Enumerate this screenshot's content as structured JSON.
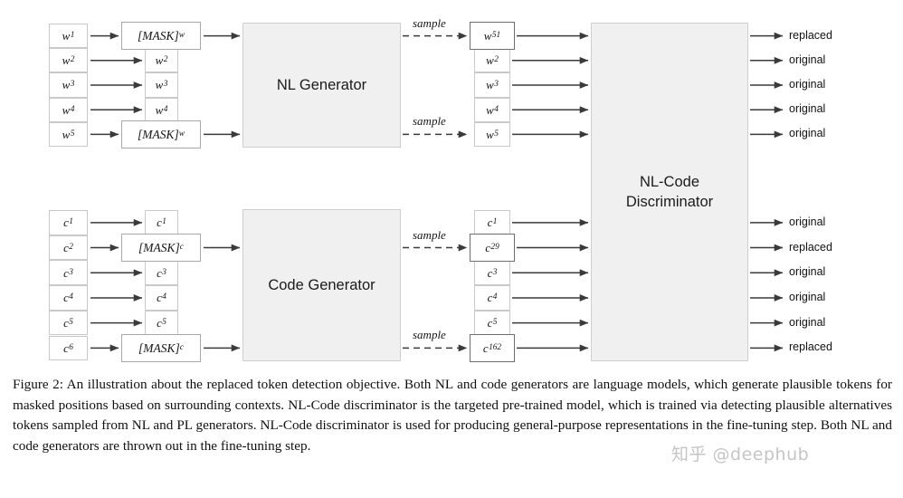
{
  "figure": {
    "nl_section": {
      "input_tokens": [
        {
          "base": "w",
          "sub": "1"
        },
        {
          "base": "w",
          "sub": "2"
        },
        {
          "base": "w",
          "sub": "3"
        },
        {
          "base": "w",
          "sub": "4"
        },
        {
          "base": "w",
          "sub": "5"
        }
      ],
      "masked_tokens": [
        {
          "base": "[MASK]",
          "sub": "w",
          "masked": true
        },
        {
          "base": "w",
          "sub": "2",
          "masked": false
        },
        {
          "base": "w",
          "sub": "3",
          "masked": false
        },
        {
          "base": "w",
          "sub": "4",
          "masked": false
        },
        {
          "base": "[MASK]",
          "sub": "w",
          "masked": true
        }
      ],
      "generator_label": "NL Generator",
      "sample_label": "sample",
      "output_tokens": [
        {
          "base": "w",
          "sub": "51",
          "sampled": true
        },
        {
          "base": "w",
          "sub": "2",
          "sampled": false
        },
        {
          "base": "w",
          "sub": "3",
          "sampled": false
        },
        {
          "base": "w",
          "sub": "4",
          "sampled": false
        },
        {
          "base": "w",
          "sub": "5",
          "sampled": false
        }
      ],
      "decisions": [
        "replaced",
        "original",
        "original",
        "original",
        "original"
      ]
    },
    "code_section": {
      "input_tokens": [
        {
          "base": "c",
          "sub": "1"
        },
        {
          "base": "c",
          "sub": "2"
        },
        {
          "base": "c",
          "sub": "3"
        },
        {
          "base": "c",
          "sub": "4"
        },
        {
          "base": "c",
          "sub": "5"
        },
        {
          "base": "c",
          "sub": "6"
        }
      ],
      "masked_tokens": [
        {
          "base": "c",
          "sub": "1",
          "masked": false
        },
        {
          "base": "[MASK]",
          "sub": "c",
          "masked": true
        },
        {
          "base": "c",
          "sub": "3",
          "masked": false
        },
        {
          "base": "c",
          "sub": "4",
          "masked": false
        },
        {
          "base": "c",
          "sub": "5",
          "masked": false
        },
        {
          "base": "[MASK]",
          "sub": "c",
          "masked": true
        }
      ],
      "generator_label": "Code Generator",
      "sample_label": "sample",
      "output_tokens": [
        {
          "base": "c",
          "sub": "1",
          "sampled": false
        },
        {
          "base": "c",
          "sub": "29",
          "sampled": true
        },
        {
          "base": "c",
          "sub": "3",
          "sampled": false
        },
        {
          "base": "c",
          "sub": "4",
          "sampled": false
        },
        {
          "base": "c",
          "sub": "5",
          "sampled": false
        },
        {
          "base": "c",
          "sub": "162",
          "sampled": true
        }
      ],
      "decisions": [
        "original",
        "replaced",
        "original",
        "original",
        "original",
        "replaced"
      ]
    },
    "discriminator_label": "NL-Code\nDiscriminator"
  },
  "caption": {
    "text": "Figure 2: An illustration about the replaced token detection objective. Both NL and code generators are language models, which generate plausible tokens for masked positions based on surrounding contexts. NL-Code discriminator is the targeted pre-trained model, which is trained via detecting plausible alternatives tokens sampled from NL and PL generators. NL-Code discriminator is used for producing general-purpose representations in the fine-tuning step. Both NL and code generators are thrown out in the fine-tuning step."
  },
  "watermark": {
    "text": "知乎 @deephub"
  },
  "colors": {
    "module_fill": "#f0f0f0",
    "box_border": "#c9c9c9",
    "arrow": "#3a3a3a",
    "text": "#111111"
  }
}
